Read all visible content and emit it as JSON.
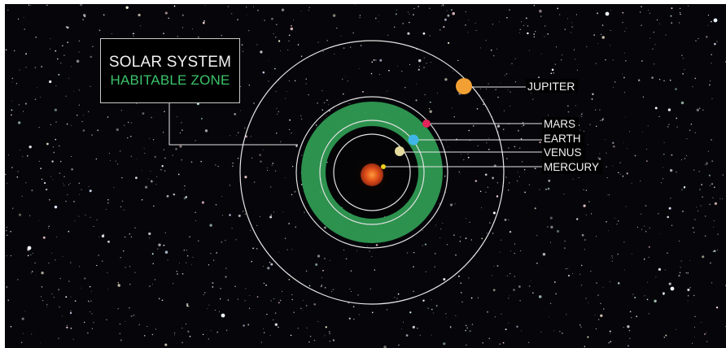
{
  "diagram": {
    "title": "SOLAR SYSTEM",
    "subtitle": "HABITABLE ZONE"
  },
  "colors": {
    "background": "#05050a",
    "habitable_zone": "#2f9a52",
    "subtitle_text": "#3bc36a",
    "orbit": "#d9d9d9",
    "sun": "#e0501a",
    "jupiter": "#f2a033",
    "mars": "#e0245a",
    "earth": "#3fb6e6",
    "venus": "#e6dca0",
    "mercury": "#f0d020"
  },
  "planets": [
    {
      "id": "jupiter",
      "label": "JUPITER"
    },
    {
      "id": "mars",
      "label": "MARS"
    },
    {
      "id": "earth",
      "label": "EARTH"
    },
    {
      "id": "venus",
      "label": "VENUS"
    },
    {
      "id": "mercury",
      "label": "MERCURY"
    }
  ]
}
